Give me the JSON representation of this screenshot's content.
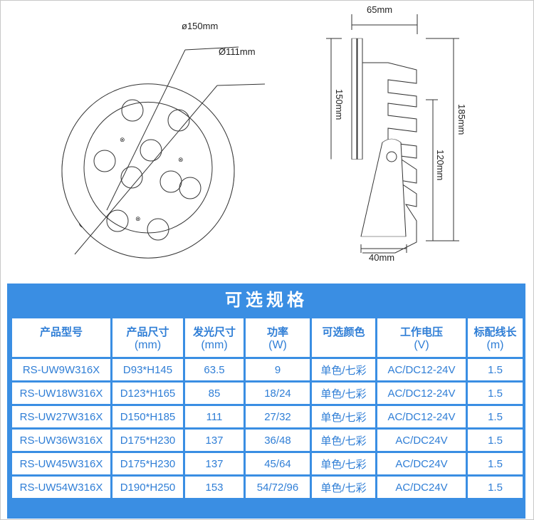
{
  "drawing": {
    "front_outer_diameter": "ø150mm",
    "front_inner_diameter": "Ø111mm",
    "side_depth": "65mm",
    "side_height": "150mm",
    "total_height": "185mm",
    "bracket_height": "120mm",
    "bracket_width": "40mm"
  },
  "spec": {
    "title": "可选规格",
    "headers": [
      {
        "label": "产品型号",
        "unit": ""
      },
      {
        "label": "产品尺寸",
        "unit": "(mm)"
      },
      {
        "label": "发光尺寸",
        "unit": "(mm)"
      },
      {
        "label": "功率",
        "unit": "(W)"
      },
      {
        "label": "可选颜色",
        "unit": ""
      },
      {
        "label": "工作电压",
        "unit": "(V)"
      },
      {
        "label": "标配线长",
        "unit": "(m)"
      }
    ],
    "rows": [
      [
        "RS-UW9W316X",
        "D93*H145",
        "63.5",
        "9",
        "单色/七彩",
        "AC/DC12-24V",
        "1.5"
      ],
      [
        "RS-UW18W316X",
        "D123*H165",
        "85",
        "18/24",
        "单色/七彩",
        "AC/DC12-24V",
        "1.5"
      ],
      [
        "RS-UW27W316X",
        "D150*H185",
        "111",
        "27/32",
        "单色/七彩",
        "AC/DC12-24V",
        "1.5"
      ],
      [
        "RS-UW36W316X",
        "D175*H230",
        "137",
        "36/48",
        "单色/七彩",
        "AC/DC24V",
        "1.5"
      ],
      [
        "RS-UW45W316X",
        "D175*H230",
        "137",
        "45/64",
        "单色/七彩",
        "AC/DC24V",
        "1.5"
      ],
      [
        "RS-UW54W316X",
        "D190*H250",
        "153",
        "54/72/96",
        "单色/七彩",
        "AC/DC24V",
        "1.5"
      ]
    ]
  }
}
